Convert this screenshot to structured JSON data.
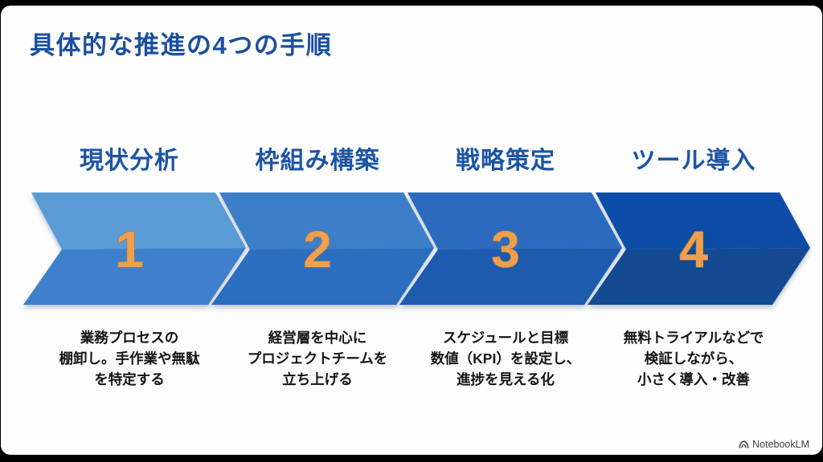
{
  "slide": {
    "title": "具体的な推進の4つの手順",
    "title_color": "#1c4fa0",
    "number_color": "#ef9f4e",
    "steps": [
      {
        "number": "1",
        "label": "現状分析",
        "description": "業務プロセスの\n棚卸し。手作業や無駄\nを特定する",
        "chevron_top": "#5b9bd5",
        "chevron_bottom": "#3f80cc"
      },
      {
        "number": "2",
        "label": "枠組み構築",
        "description": "経営層を中心に\nプロジェクトチームを\n立ち上げる",
        "chevron_top": "#3d7ec9",
        "chevron_bottom": "#2b6dbf"
      },
      {
        "number": "3",
        "label": "戦略策定",
        "description": "スケジュールと目標\n数値（KPI）を設定し、\n進捗を見える化",
        "chevron_top": "#2b6abd",
        "chevron_bottom": "#1d5bae"
      },
      {
        "number": "4",
        "label": "ツール導入",
        "description": "無料トライアルなどで\n検証しながら、\n小さく導入・改善",
        "chevron_top": "#0d4da8",
        "chevron_bottom": "#134a92"
      }
    ]
  },
  "watermark": {
    "label": "NotebookLM"
  }
}
